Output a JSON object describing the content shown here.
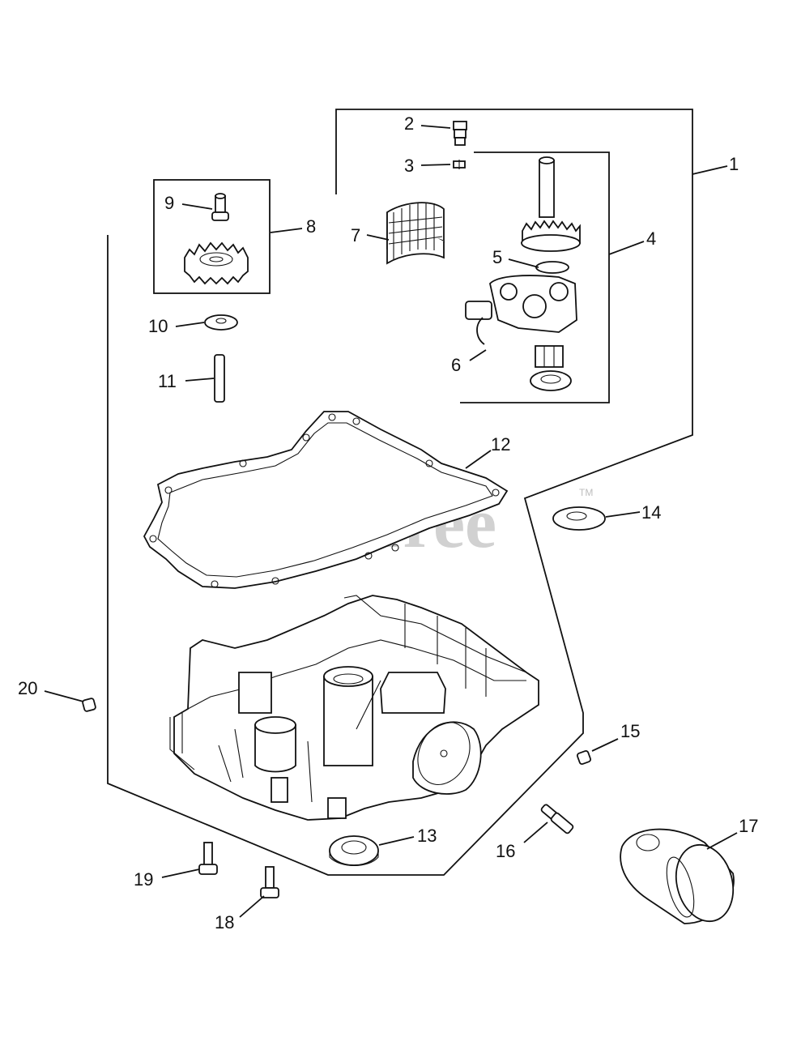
{
  "watermark": {
    "text": "PartsTree",
    "trademark": "TM"
  },
  "callouts": {
    "p1": "1",
    "p2": "2",
    "p3": "3",
    "p4": "4",
    "p5": "5",
    "p6": "6",
    "p7": "7",
    "p8": "8",
    "p9": "9",
    "p10": "10",
    "p11": "11",
    "p12": "12",
    "p13": "13",
    "p14": "14",
    "p15": "15",
    "p16": "16",
    "p17": "17",
    "p18": "18",
    "p19": "19",
    "p20": "20"
  },
  "colors": {
    "line": "#111111",
    "watermark": "#c9c9c9",
    "background": "#ffffff"
  }
}
